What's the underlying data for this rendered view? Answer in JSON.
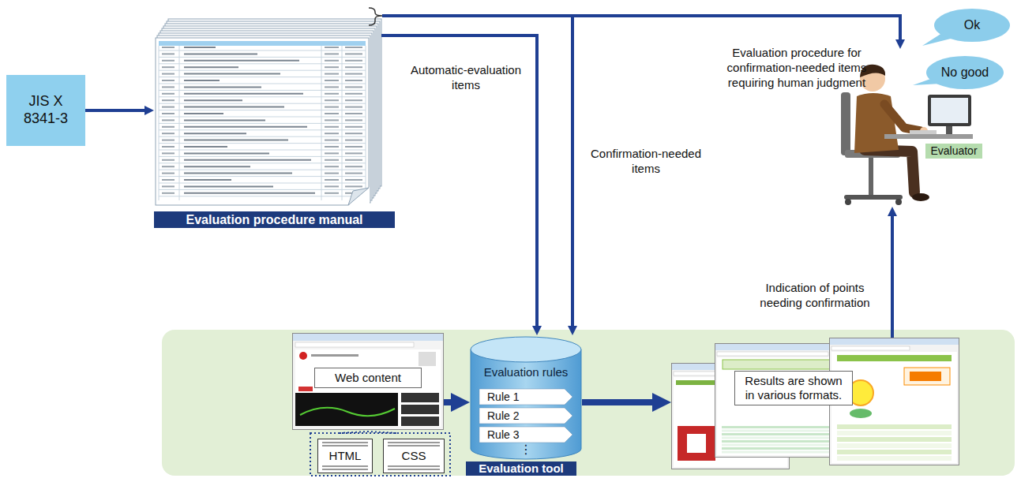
{
  "diagram": {
    "nodes": [
      {
        "text": [
          "JIS X 8341-3"
        ]
      },
      {
        "text": [
          "Evaluation procedure manual"
        ]
      },
      {
        "text": [
          "Evaluator"
        ]
      },
      {
        "text": [
          "Ok"
        ]
      },
      {
        "text": [
          "No good"
        ]
      },
      {
        "text": [
          "Evaluation tool"
        ]
      },
      {
        "text": [
          "Web content"
        ],
        "in": 5
      },
      {
        "text": [
          "HTML"
        ],
        "in": 5
      },
      {
        "text": [
          "CSS"
        ],
        "in": 5
      },
      {
        "text": [
          "Evaluation rules",
          "⋮"
        ],
        "in": 5
      },
      {
        "text": [
          "Rule 1"
        ],
        "in": 9
      },
      {
        "text": [
          "Rule 2"
        ],
        "in": 9
      },
      {
        "text": [
          "Rule 3"
        ],
        "in": 9
      },
      {
        "text": [
          "Results are shown in various formats."
        ],
        "in": 5
      }
    ],
    "edges": [
      {
        "from": 0,
        "to": 1,
        "arrow": "to"
      },
      {
        "from": 1,
        "to": 9,
        "arrow": "to",
        "label": "Automatic-evaluation items"
      },
      {
        "from": 1,
        "to": 9,
        "arrow": "to",
        "label": "Confirmation-needed items"
      },
      {
        "from": 1,
        "to": 2,
        "arrow": "to",
        "label": "Evaluation procedure for confirmation-needed items requiring human judgment"
      },
      {
        "from": 13,
        "to": 2,
        "arrow": "to",
        "label": "Indication of points needing confirmation"
      },
      {
        "from": 6,
        "to": 9,
        "arrow": "to"
      },
      {
        "from": 9,
        "to": 13,
        "arrow": "to"
      }
    ]
  }
}
